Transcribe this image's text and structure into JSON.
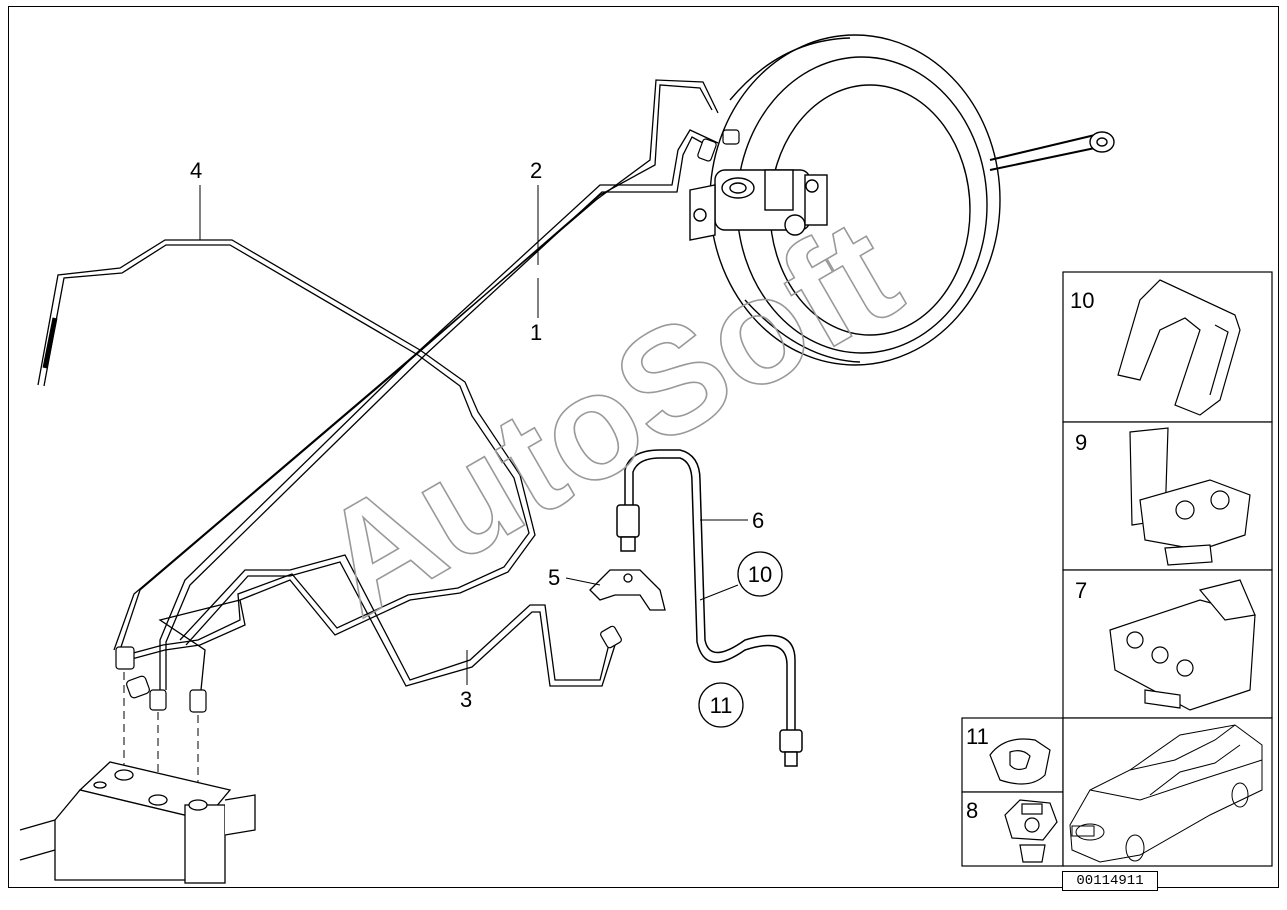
{
  "diagram": {
    "callouts": {
      "c1": "1",
      "c2": "2",
      "c3": "3",
      "c4": "4",
      "c5": "5",
      "c6": "6",
      "c10_circled": "10",
      "c11_circled": "11"
    },
    "panels": [
      {
        "label": "10",
        "icon": "pipe-clip-icon"
      },
      {
        "label": "9",
        "icon": "pipe-holder-icon"
      },
      {
        "label": "7",
        "icon": "multi-pipe-holder-icon"
      },
      {
        "label": "11",
        "icon": "small-clip-icon"
      },
      {
        "label": "8",
        "icon": "grommet-holder-icon"
      }
    ],
    "watermark": "AutoSoft",
    "doc_number": "00114911"
  }
}
